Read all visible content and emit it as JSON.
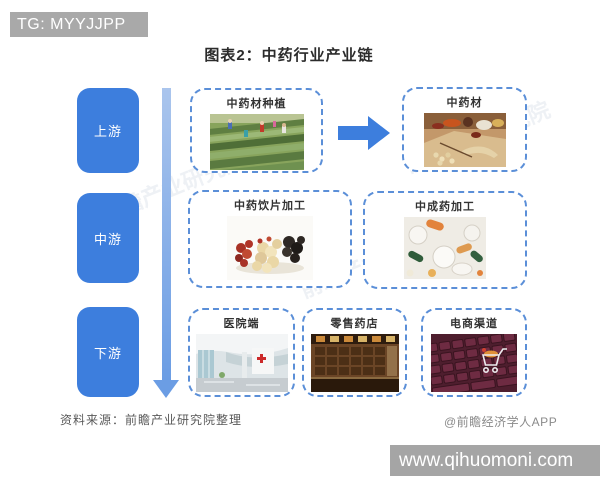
{
  "tag": {
    "label": "TG: MYYJJPP"
  },
  "title": "图表2：中药行业产业链",
  "stages": [
    {
      "label": "上游"
    },
    {
      "label": "中游"
    },
    {
      "label": "下游"
    }
  ],
  "chain": {
    "upstream": [
      {
        "label": "中药材种植",
        "image": "farm-field-photo"
      },
      {
        "label": "中药材",
        "image": "herbs-table-photo"
      }
    ],
    "midstream": [
      {
        "label": "中药饮片加工",
        "image": "herb-slices-photo"
      },
      {
        "label": "中成药加工",
        "image": "pills-capsules-photo"
      }
    ],
    "downstream": [
      {
        "label": "医院端",
        "image": "hospital-lobby-photo"
      },
      {
        "label": "零售药店",
        "image": "pharmacy-cabinets-photo"
      },
      {
        "label": "电商渠道",
        "image": "shopping-cart-keyboard-photo"
      }
    ]
  },
  "watermark": "前瞻产业研究院",
  "footer": {
    "source": "资料来源：前瞻产业研究院整理",
    "credit": "@前瞻经济学人APP",
    "website": "www.qihuomoni.com"
  },
  "colors": {
    "stage_blue": "#3d7edd",
    "flow_arrow_light_blue": "#6b9de4",
    "dashed_border_blue": "#5b8fd8",
    "bar_gray": "#a5a5a5"
  }
}
